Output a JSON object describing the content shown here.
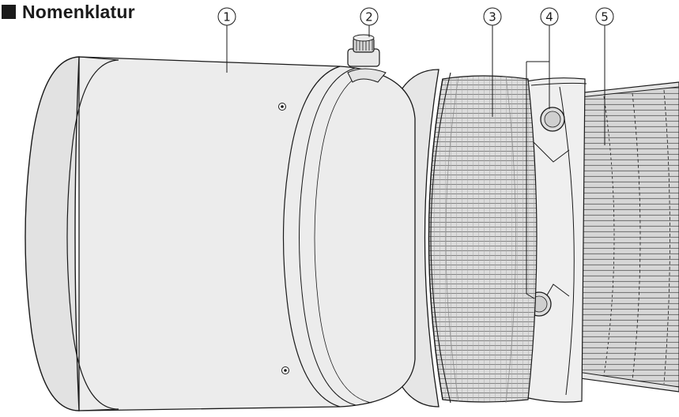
{
  "heading": {
    "title": "Nomenklatur"
  },
  "callouts": [
    {
      "number": "1"
    },
    {
      "number": "2"
    },
    {
      "number": "3"
    },
    {
      "number": "4"
    },
    {
      "number": "5"
    }
  ],
  "colors": {
    "line": "#1a1a1a",
    "body_fill": "#e9e9e9",
    "body_fill_light": "#f1f1f1",
    "grip_fill": "#cfcfcf"
  }
}
